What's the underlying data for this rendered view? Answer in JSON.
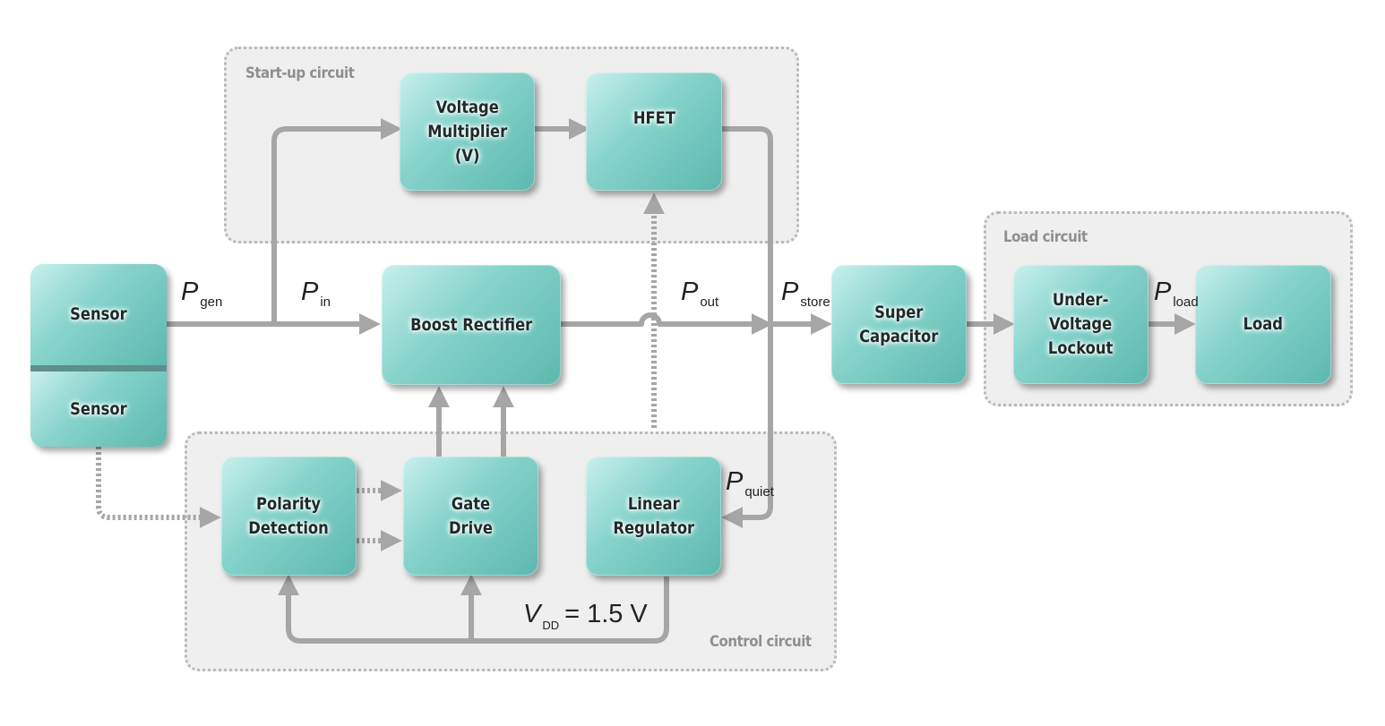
{
  "groups": {
    "startup": "Start-up circuit",
    "load": "Load circuit",
    "control": "Control circuit"
  },
  "blocks": {
    "sensor_top": "Sensor",
    "sensor_bottom": "Sensor",
    "voltage_multiplier": "Voltage\nMultiplier\n(V)",
    "hfet": "HFET",
    "boost_rectifier": "Boost Rectifier",
    "super_capacitor": "Super\nCapacitor",
    "uvlo": "Under-\nVoltage\nLockout",
    "load": "Load",
    "polarity_detection": "Polarity\nDetection",
    "gate_drive": "Gate\nDrive",
    "linear_regulator": "Linear\nRegulator"
  },
  "signals": {
    "p_gen": {
      "symbol": "P",
      "sub": "gen"
    },
    "p_in": {
      "symbol": "P",
      "sub": "in"
    },
    "p_out": {
      "symbol": "P",
      "sub": "out"
    },
    "p_store": {
      "symbol": "P",
      "sub": "store"
    },
    "p_load": {
      "symbol": "P",
      "sub": "load"
    },
    "p_quiet": {
      "symbol": "P",
      "sub": "quiet"
    }
  },
  "vdd": {
    "symbol": "V",
    "sub": "DD",
    "eq": "=",
    "value": "1.5 V"
  },
  "colors": {
    "wire": "#a6a6a6",
    "block_light": "#c8f0ec",
    "block_dark": "#5db8ae",
    "group_fill": "#efefef",
    "group_label": "#8f8f8f"
  }
}
